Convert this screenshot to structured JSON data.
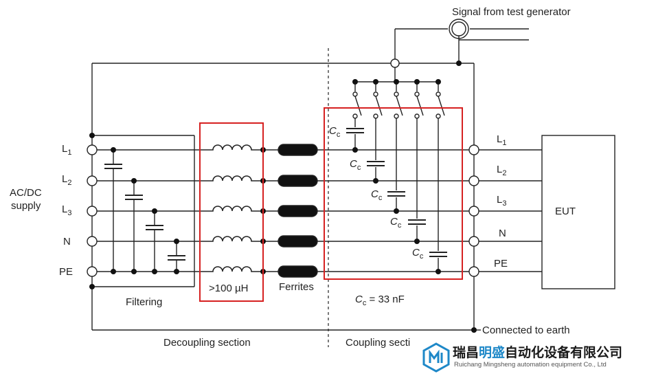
{
  "diagram": {
    "title_signal": "Signal from test generator",
    "supply_label_line1": "AC/DC",
    "supply_label_line2": "supply",
    "input_lines": [
      {
        "main": "L",
        "sub": "1"
      },
      {
        "main": "L",
        "sub": "2"
      },
      {
        "main": "L",
        "sub": "3"
      },
      {
        "main": "N",
        "sub": ""
      },
      {
        "main": "PE",
        "sub": ""
      }
    ],
    "output_lines": [
      {
        "main": "L",
        "sub": "1"
      },
      {
        "main": "L",
        "sub": "2"
      },
      {
        "main": "L",
        "sub": "3"
      },
      {
        "main": "N",
        "sub": ""
      },
      {
        "main": "PE",
        "sub": ""
      }
    ],
    "filtering_label": "Filtering",
    "inductor_label": ">100 µH",
    "ferrites_label": "Ferrites",
    "cc_main": "C",
    "cc_sub": "c",
    "cc_value": " = 33 nF",
    "eut_label": "EUT",
    "earth_label": "Connected to earth",
    "decoupling_label": "Decoupling section",
    "coupling_label": "Coupling secti"
  },
  "watermark": {
    "company_zh_part1": "瑞昌",
    "company_zh_part2": "明盛",
    "company_zh_part3": "自动化设备有限公司",
    "company_en": "Ruichang Mingsheng automation equipment Co., Ltd",
    "accent_color": "#1e88c8",
    "highlight_color": "#d32f2f"
  }
}
